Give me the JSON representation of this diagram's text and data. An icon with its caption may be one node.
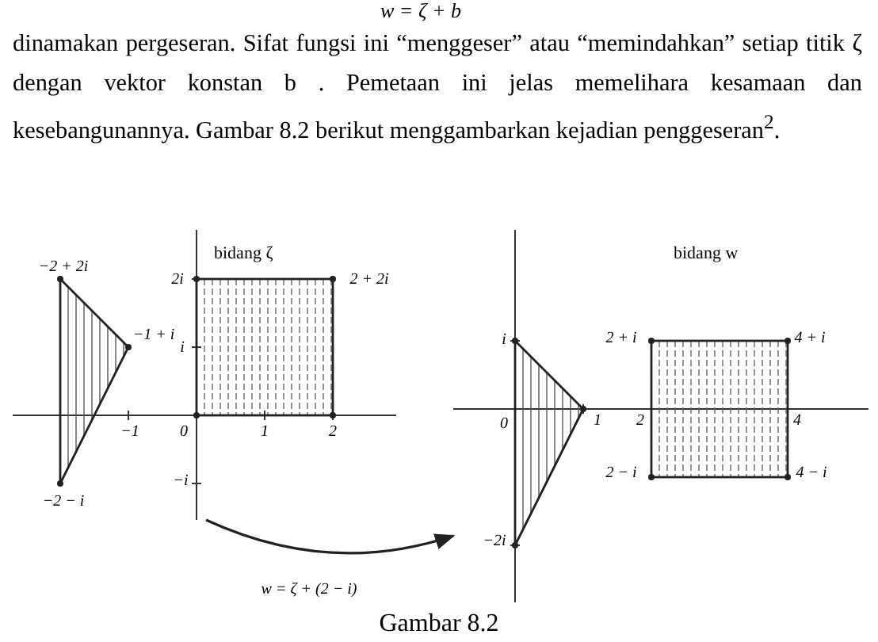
{
  "diagram": {
    "caption": "Gambar 8.2",
    "nodes": [
      {
        "text": [
          "bidang ζ"
        ]
      },
      {
        "text": [
          "bidang w"
        ]
      }
    ],
    "edges": [
      {
        "from": 0,
        "to": 1,
        "arrow": "to",
        "label": "w = ζ + (2 − i)"
      }
    ],
    "labels": [
      "w = ζ + b",
      "dinamakan pergeseran. Sifat fungsi ini “menggeser” atau “memindahkan” setiap titik ζ dengan vektor konstan b . Pemetaan ini jelas memelihara kesamaan dan kesebangunannya. Gambar 8.2 berikut menggambarkan kejadian penggeseran$^{2}$.",
      "−2 + 2i",
      "2i",
      "2 + 2i",
      "−1 + i",
      "i",
      "−1",
      "0",
      "1",
      "2",
      "−i",
      "−2 − i",
      "i",
      "2 + i",
      "4 + i",
      "0",
      "1",
      "2",
      "4",
      "2 − i",
      "4 − i",
      "−2i"
    ]
  }
}
